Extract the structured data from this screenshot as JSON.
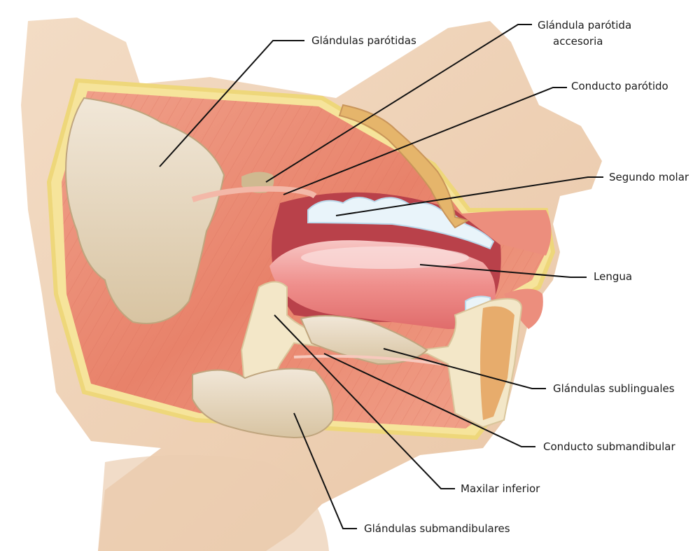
{
  "diagram": {
    "labels": {
      "parotid_glands": "Glándulas parótidas",
      "accessory_parotid_line1": "Glándula parótida",
      "accessory_parotid_line2": "accesoria",
      "parotid_duct": "Conducto parótido",
      "second_molar": "Segundo molar",
      "tongue": "Lengua",
      "sublingual_glands": "Glándulas sublinguales",
      "submandibular_duct": "Conducto submandibular",
      "mandible": "Maxilar inferior",
      "submandibular_glands": "Glándulas submandibulares"
    }
  }
}
